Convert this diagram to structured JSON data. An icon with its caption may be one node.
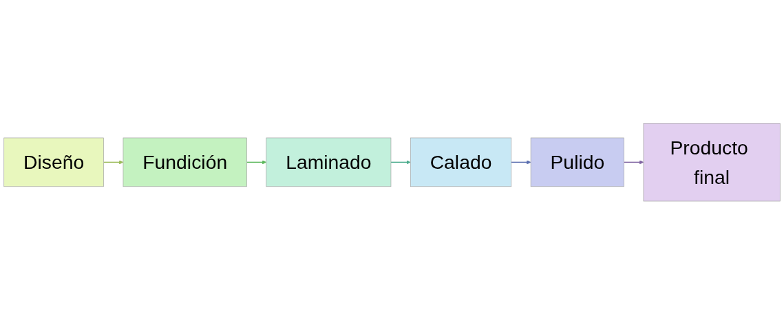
{
  "diagram": {
    "nodes": [
      {
        "text": [
          "Diseño"
        ]
      },
      {
        "text": [
          "Fundición"
        ]
      },
      {
        "text": [
          "Laminado"
        ]
      },
      {
        "text": [
          "Calado"
        ]
      },
      {
        "text": [
          "Pulido"
        ]
      },
      {
        "text": [
          "Producto final"
        ]
      }
    ],
    "edges": [
      {
        "from": 0,
        "to": 1,
        "arrow": "to",
        "color": "#9bbb59"
      },
      {
        "from": 1,
        "to": 2,
        "arrow": "to",
        "color": "#5cb85c"
      },
      {
        "from": 2,
        "to": 3,
        "arrow": "to",
        "color": "#4aab8c"
      },
      {
        "from": 3,
        "to": 4,
        "arrow": "to",
        "color": "#5b6fb0"
      },
      {
        "from": 4,
        "to": 5,
        "arrow": "to",
        "color": "#8064a2"
      }
    ]
  }
}
